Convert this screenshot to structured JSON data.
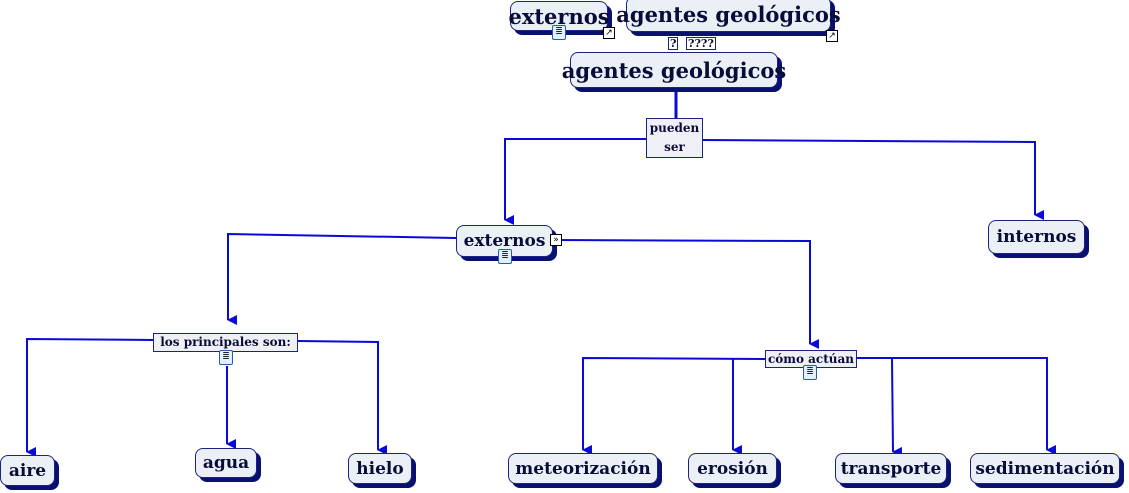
{
  "ghost_node": {
    "label": "agentes geológicos",
    "overlay_label": "externos",
    "link_placeholder_1": "?",
    "link_placeholder_2": "????"
  },
  "root": {
    "label": "agentes geológicos"
  },
  "link_pueden_ser": {
    "label_line1": "pueden",
    "label_line2": "ser"
  },
  "externos": {
    "label": "externos"
  },
  "internos": {
    "label": "internos"
  },
  "link_principales": {
    "label": "los principales son:"
  },
  "link_como_actuan": {
    "label": "cómo actúan"
  },
  "leaves_principales": [
    {
      "label": "aire"
    },
    {
      "label": "agua"
    },
    {
      "label": "hielo"
    }
  ],
  "leaves_actuan": [
    {
      "label": "meteorización"
    },
    {
      "label": "erosión"
    },
    {
      "label": "transporte"
    },
    {
      "label": "sedimentación"
    }
  ],
  "colors": {
    "line": "#0a0ad8",
    "node_fill": "#eaf0f6",
    "shadow": "#0a1070"
  }
}
